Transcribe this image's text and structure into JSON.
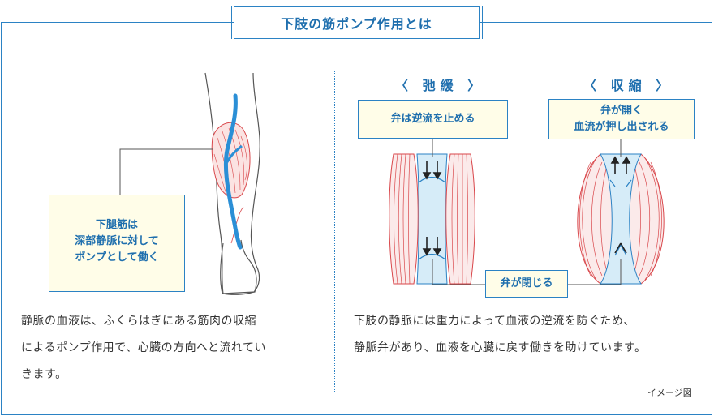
{
  "title": "下肢の筋ポンプ作用とは",
  "left": {
    "callout_lines": [
      "下腿筋は",
      "深部静脈に対して",
      "ポンプとして働く"
    ],
    "body_lines": [
      "静脈の血液は、ふくらはぎにある筋肉の収縮",
      "によるポンプ作用で、心臓の方向へと流れてい",
      "きます。"
    ]
  },
  "right": {
    "relax_heading": "〈 弛緩 〉",
    "contract_heading": "〈 収縮 〉",
    "relax_callout": "弁は逆流を止める",
    "contract_callout_lines": [
      "弁が開く",
      "血流が押し出される"
    ],
    "closed_callout": "弁が閉じる",
    "body_lines": [
      "下肢の静脈には重力によって血液の逆流を防ぐため、",
      "静脈弁があり、血液を心臓に戻す働きを助けています。"
    ],
    "note": "イメージ図"
  },
  "colors": {
    "accent": "#2b82c4",
    "muscle": "#d9474b",
    "vein": "#d6ecf8",
    "callout_bg": "#fffde8"
  }
}
